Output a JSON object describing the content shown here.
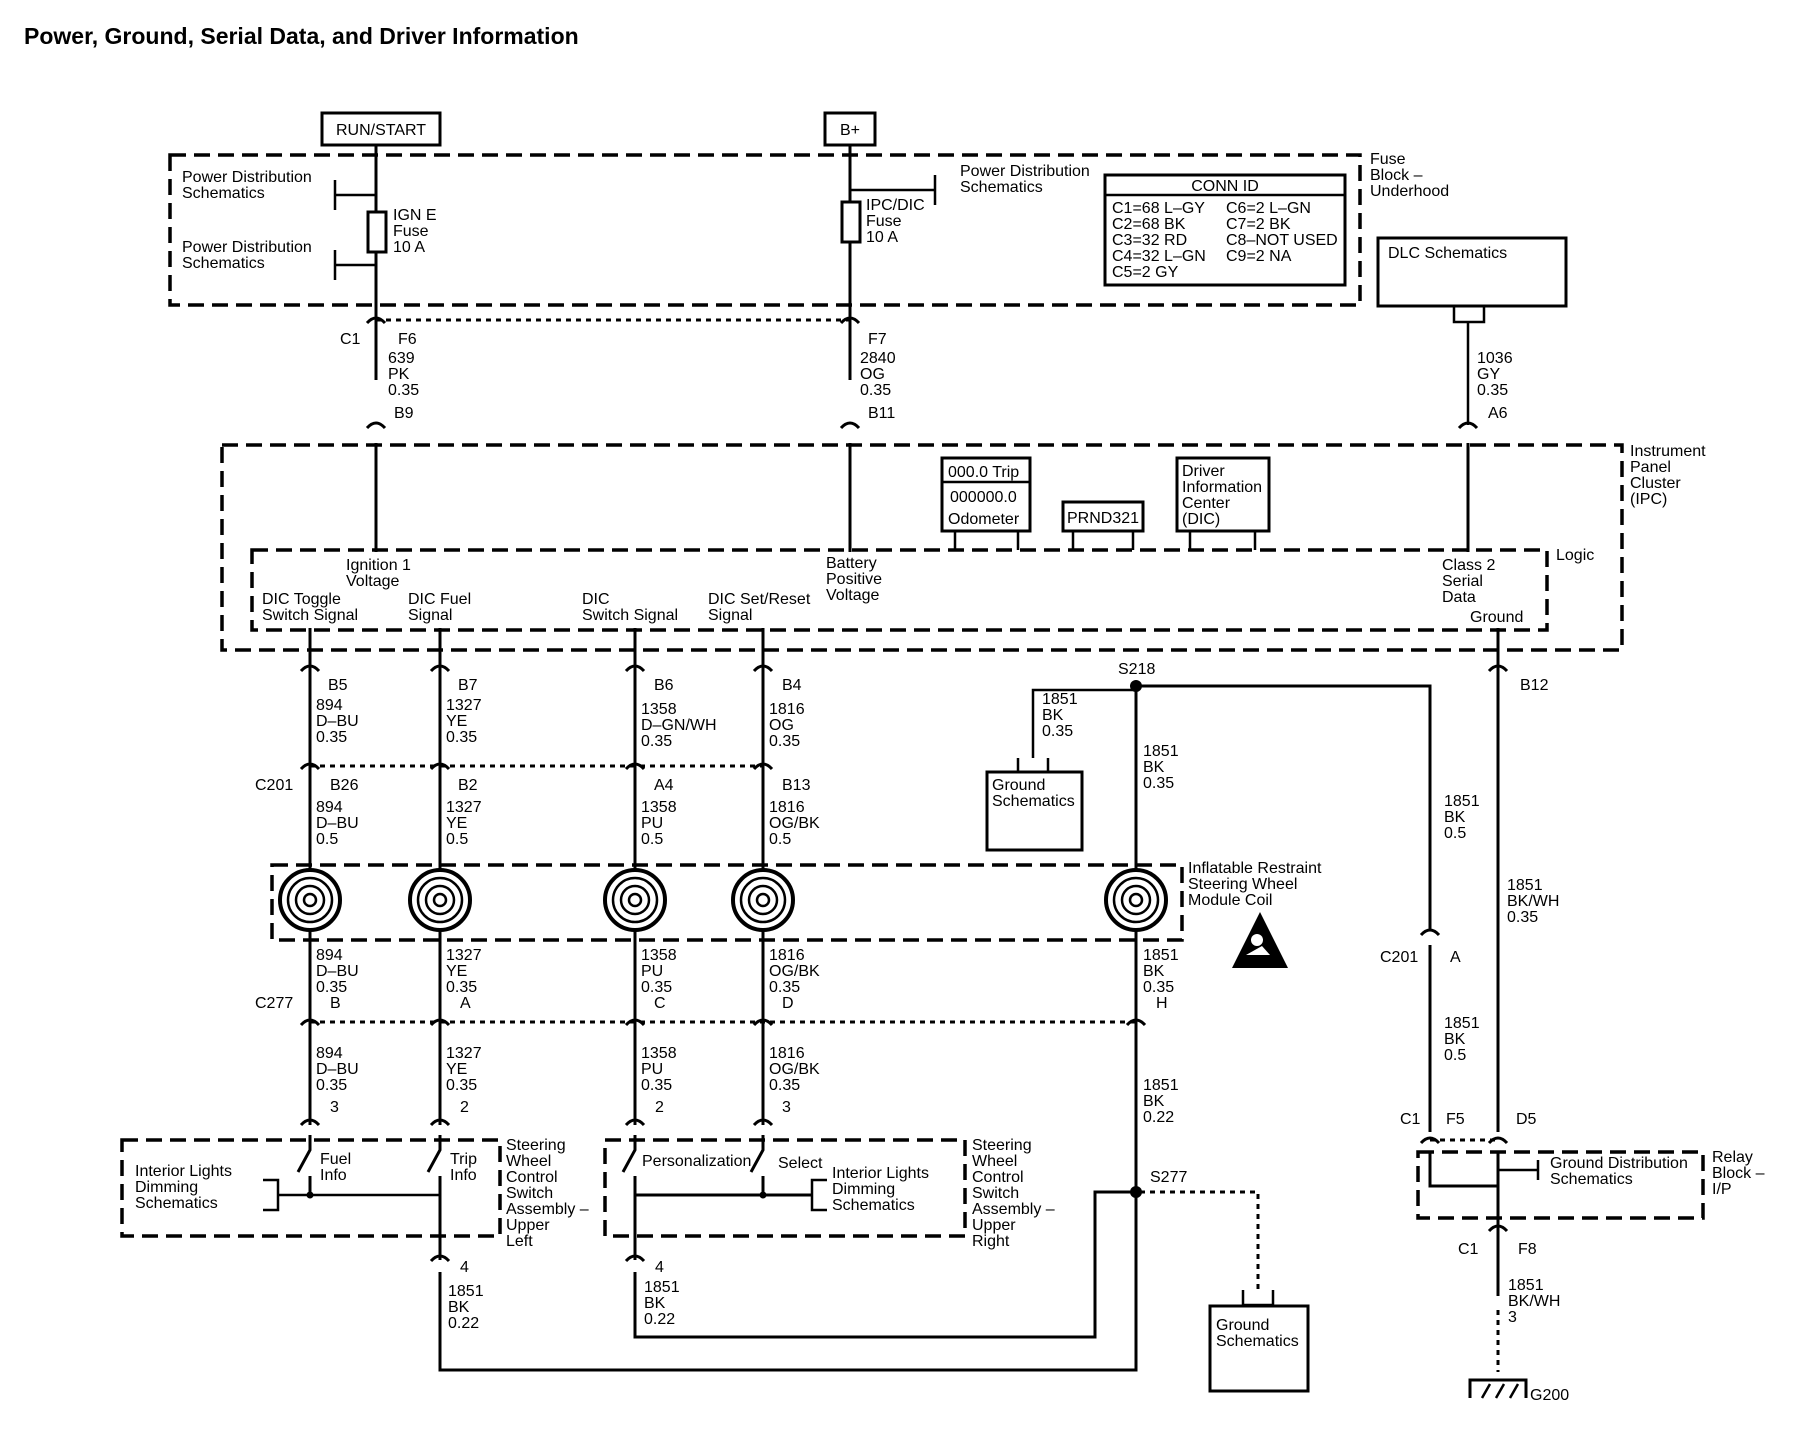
{
  "title": "Power, Ground, Serial Data, and Driver Information",
  "top": {
    "run_start": "RUN/START",
    "b_plus": "B+",
    "fuse_block": [
      "Fuse",
      "Block –",
      "Underhood"
    ],
    "pds": [
      "Power Distribution",
      "Schematics"
    ],
    "ign_fuse": [
      "IGN E",
      "Fuse",
      "10 A"
    ],
    "ipc_fuse": [
      "IPC/DIC",
      "Fuse",
      "10 A"
    ],
    "conn_id": {
      "header": "CONN ID",
      "left": [
        "C1=68 L–GY",
        "C2=68 BK",
        "C3=32 RD",
        "C4=32 L–GN",
        "C5=2 GY"
      ],
      "right": [
        "C6=2 L–GN",
        "C7=2 BK",
        "C8–NOT USED",
        "C9=2 NA"
      ]
    },
    "dlc": "DLC Schematics"
  },
  "wires_top": {
    "c1": "C1",
    "f6": "F6",
    "f7": "F7",
    "b9": "B9",
    "b11": "B11",
    "a6": "A6",
    "w639": [
      "639",
      "PK",
      "0.35"
    ],
    "w2840": [
      "2840",
      "OG",
      "0.35"
    ],
    "w1036": [
      "1036",
      "GY",
      "0.35"
    ]
  },
  "ipc": {
    "label": [
      "Instrument",
      "Panel",
      "Cluster",
      "(IPC)"
    ],
    "logic": "Logic",
    "trip": "000.0 Trip",
    "odo_val": "000000.0",
    "odo": "Odometer",
    "prnd": "PRND321",
    "dic": [
      "Driver",
      "Information",
      "Center",
      "(DIC)"
    ],
    "ign1": [
      "Ignition 1",
      "Voltage"
    ],
    "batt": [
      "Battery",
      "Positive",
      "Voltage"
    ],
    "class2": [
      "Class 2",
      "Serial",
      "Data"
    ],
    "ground": "Ground",
    "dic_toggle": [
      "DIC Toggle",
      "Switch Signal"
    ],
    "dic_fuel": [
      "DIC Fuel",
      "Signal"
    ],
    "dic_switch": [
      "DIC",
      "Switch Signal"
    ],
    "dic_set": [
      "DIC Set/Reset",
      "Signal"
    ]
  },
  "pins1": {
    "b5": "B5",
    "b7": "B7",
    "b6": "B6",
    "b4": "B4",
    "b12": "B12",
    "s218": "S218"
  },
  "seg1": {
    "a": [
      "894",
      "D–BU",
      "0.35"
    ],
    "b": [
      "1327",
      "YE",
      "0.35"
    ],
    "c": [
      "1358",
      "D–GN/WH",
      "0.35"
    ],
    "d": [
      "1816",
      "OG",
      "0.35"
    ],
    "g1": [
      "1851",
      "BK",
      "0.35"
    ],
    "g2": [
      "1851",
      "BK",
      "0.35"
    ]
  },
  "c201": {
    "label": "C201",
    "b26": "B26",
    "b2": "B2",
    "a4": "A4",
    "b13": "B13",
    "a": "A"
  },
  "seg2": {
    "a": [
      "894",
      "D–BU",
      "0.5"
    ],
    "b": [
      "1327",
      "YE",
      "0.5"
    ],
    "c": [
      "1358",
      "PU",
      "0.5"
    ],
    "d": [
      "1816",
      "OG/BK",
      "0.5"
    ],
    "g": [
      "1851",
      "BK",
      "0.5"
    ],
    "gw": [
      "1851",
      "BK/WH",
      "0.35"
    ]
  },
  "ground_sch": [
    "Ground",
    "Schematics"
  ],
  "coil": [
    "Inflatable Restraint",
    "Steering Wheel",
    "Module Coil"
  ],
  "seg3": {
    "a": [
      "894",
      "D–BU",
      "0.35"
    ],
    "b": [
      "1327",
      "YE",
      "0.35"
    ],
    "c": [
      "1358",
      "PU",
      "0.35"
    ],
    "d": [
      "1816",
      "OG/BK",
      "0.35"
    ],
    "g": [
      "1851",
      "BK",
      "0.35"
    ],
    "g5": [
      "1851",
      "BK",
      "0.5"
    ]
  },
  "c277": {
    "label": "C277",
    "b": "B",
    "a": "A",
    "c": "C",
    "d": "D",
    "h": "H"
  },
  "seg4": {
    "a": [
      "894",
      "D–BU",
      "0.35"
    ],
    "b": [
      "1327",
      "YE",
      "0.35"
    ],
    "c": [
      "1358",
      "PU",
      "0.35"
    ],
    "d": [
      "1816",
      "OG/BK",
      "0.35"
    ],
    "g": [
      "1851",
      "BK",
      "0.22"
    ]
  },
  "pins4": {
    "p3a": "3",
    "p2a": "2",
    "p2b": "2",
    "p3b": "3",
    "p4a": "4",
    "p4b": "4"
  },
  "swc": {
    "fuel": [
      "Fuel",
      "Info"
    ],
    "trip": [
      "Trip",
      "Info"
    ],
    "upper_left": [
      "Steering",
      "Wheel",
      "Control",
      "Switch",
      "Assembly –",
      "Upper",
      "Left"
    ],
    "dimming": [
      "Interior Lights",
      "Dimming",
      "Schematics"
    ],
    "personalization": "Personalization",
    "select": "Select",
    "upper_right": [
      "Steering",
      "Wheel",
      "Control",
      "Switch",
      "Assembly –",
      "Upper",
      "Right"
    ]
  },
  "bottom": {
    "s277": "S277",
    "w_left": [
      "1851",
      "BK",
      "0.22"
    ],
    "w_mid": [
      "1851",
      "BK",
      "0.22"
    ],
    "c1": "C1",
    "f5": "F5",
    "d5": "D5",
    "c1b": "C1",
    "f8": "F8",
    "gds": [
      "Ground Distribution",
      "Schematics"
    ],
    "relay": [
      "Relay",
      "Block –",
      "I/P"
    ],
    "w3": [
      "1851",
      "BK/WH",
      "3"
    ],
    "g200": "G200"
  }
}
